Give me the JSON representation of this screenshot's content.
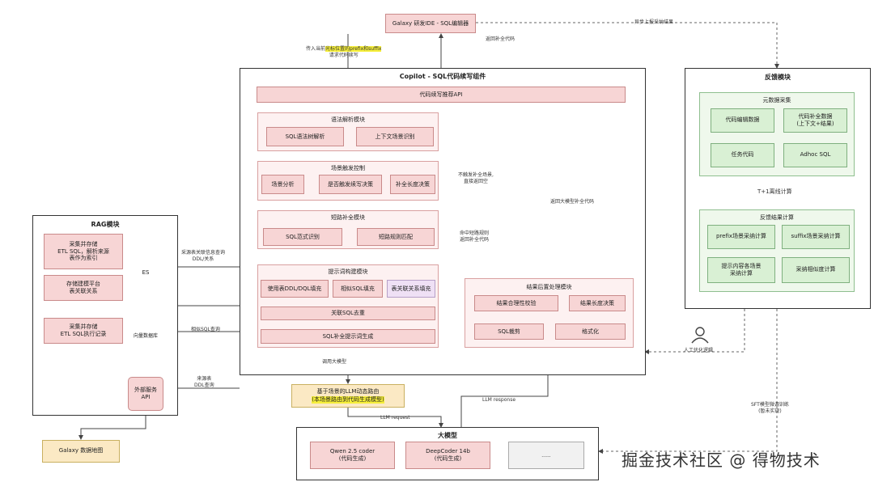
{
  "top": {
    "ide": "Galaxy 研发IDE - SQL编辑器"
  },
  "labels": {
    "pass_prefix_a": "传入当前",
    "pass_prefix_hl": "光标位置的prefix和suffix",
    "pass_prefix_b": "请求代码续写",
    "return_completion": "返回补全代码",
    "async_report": "异步上报采纳结果",
    "no_trigger_1": "不触发补全场景,",
    "no_trigger_2": "直接返回空",
    "hit_short_1": "命中短路规则",
    "hit_short_2": "返回补全代码",
    "return_llm": "返回大模型补全代码",
    "es_query_1": "采源表关联信息查询",
    "es_query_2": "DDL/关系",
    "similar_sql": "相似SQL查询",
    "source_ddl_1": "来源表",
    "source_ddl_2": "DDL查询",
    "call_llm": "调用大模型",
    "llm_request": "LLM request",
    "llm_response": "LLM response",
    "human_opt": "人工优化逻辑",
    "t1": "T+1离线计算",
    "sft_1": "SFT模型微调训练",
    "sft_2": "(暂未实现)"
  },
  "copilot": {
    "title": "Copilot - SQL代码续写组件",
    "api": "代码续写推荐API",
    "syntax": {
      "title": "语法解析模块",
      "items": [
        "SQL语法树解析",
        "上下文场景识别"
      ]
    },
    "trigger": {
      "title": "场景触发控制",
      "items": [
        "场景分析",
        "是否触发续写决策",
        "补全长度决策"
      ]
    },
    "shortcut": {
      "title": "短路补全模块",
      "items": [
        "SQL范式识别",
        "短路规则匹配"
      ]
    },
    "prompt": {
      "title": "提示词构建模块",
      "items": [
        "使用表DDL/DQL填充",
        "相似SQL填充",
        "表关联关系填充",
        "关联SQL去重",
        "SQL补全提示词生成"
      ]
    },
    "post": {
      "title": "结果后置处理模块",
      "items": [
        "结果合理性校验",
        "结果长度决策",
        "SQL裁剪",
        "格式化"
      ]
    }
  },
  "rag": {
    "title": "RAG模块",
    "collect1": "采集并存储\nETL SQL，解析来源\n表作为索引",
    "collect2": "存储建模平台\n表关联关系",
    "collect3": "采集并存储\nETL SQL执行记录",
    "es": "ES",
    "vector": "向量数据库",
    "api": "外部服务\nAPI",
    "galaxy_map": "Galaxy 数据地图"
  },
  "router": {
    "line1": "基于场景的LLM动态路由",
    "line2": "(本场景路由到代码生成模型)"
  },
  "llm": {
    "title": "大模型",
    "m1": "Qwen 2.5 coder\n(代码生成)",
    "m2": "DeepCoder 14b\n(代码生成)",
    "m3": "......"
  },
  "feedback": {
    "title": "反馈模块",
    "meta": {
      "title": "元数据采集",
      "items": [
        "代码编辑数据",
        "代码补全数据\n(上下文+结果)",
        "任务代码",
        "Adhoc SQL"
      ]
    },
    "calc": {
      "title": "反馈结果计算",
      "items": [
        "prefix场景采纳计算",
        "suffix场景采纳计算",
        "提示内容各场景\n采纳计算",
        "采纳相似度计算"
      ]
    }
  },
  "watermark": "掘金技术社区 @ 得物技术"
}
